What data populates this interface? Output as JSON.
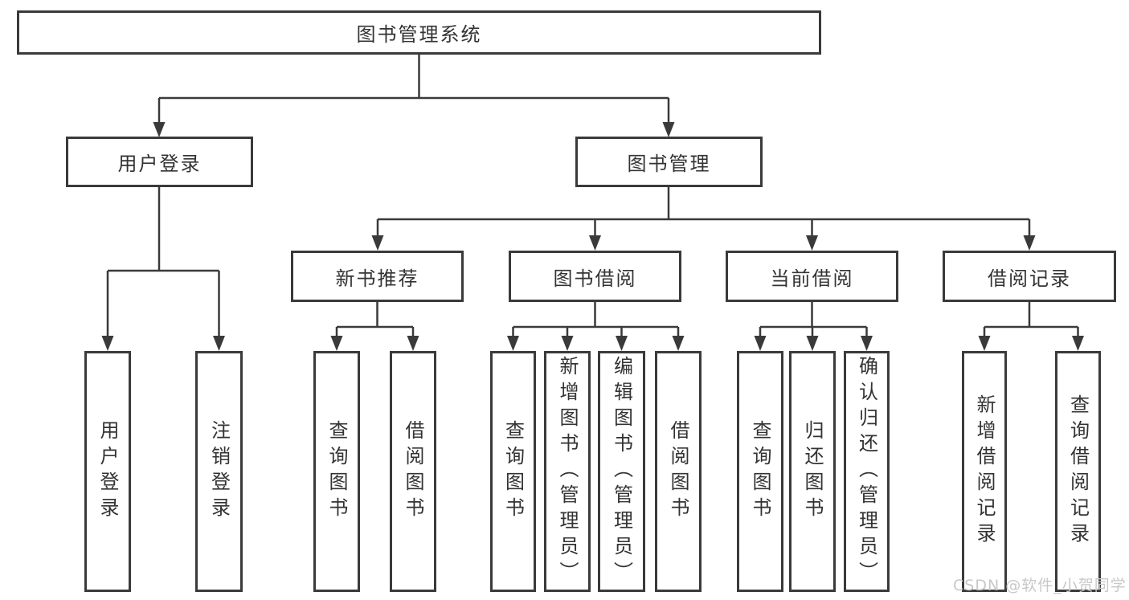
{
  "colors": {
    "line": "#3a3a3a",
    "box_border": "#3a3a3a",
    "text": "#333333",
    "background": "#ffffff",
    "watermark": "#c8c8c8"
  },
  "watermark": {
    "text": "CSDN @软件_小贺同学"
  },
  "diagram": {
    "type": "tree",
    "root": {
      "label": "图书管理系统"
    },
    "branches": [
      {
        "label": "用户登录",
        "children": [
          "用户登录",
          "注销登录"
        ]
      },
      {
        "label": "图书管理",
        "children": [
          {
            "label": "新书推荐",
            "children": [
              "查询图书",
              "借阅图书"
            ]
          },
          {
            "label": "图书借阅",
            "children": [
              "查询图书",
              "新增图书（管理员）",
              "编辑图书（管理员）",
              "借阅图书"
            ]
          },
          {
            "label": "当前借阅",
            "children": [
              "查询图书",
              "归还图书",
              "确认归还（管理员）"
            ]
          },
          {
            "label": "借阅记录",
            "children": [
              "新增借阅记录",
              "查询借阅记录"
            ]
          }
        ]
      }
    ]
  }
}
